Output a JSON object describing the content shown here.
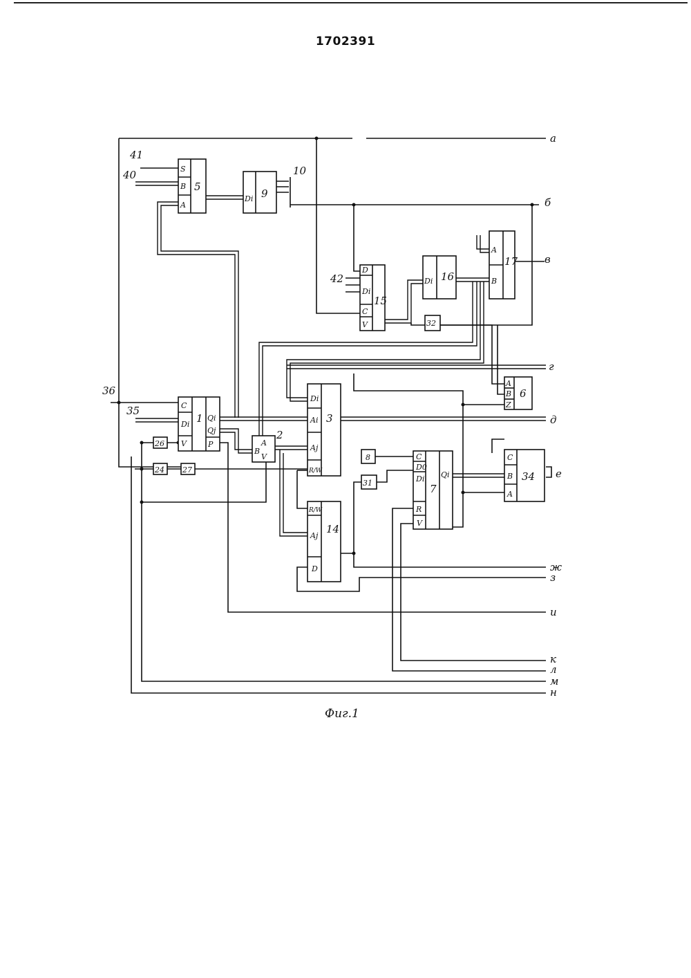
{
  "header": {
    "patent_number": "1702391"
  },
  "caption": "Фиг.1",
  "blocks": {
    "b1": {
      "number": "1",
      "pins_left": [
        "C",
        "Di",
        "V"
      ],
      "pins_right": [
        "Qi",
        "Qj",
        "P"
      ]
    },
    "b2": {
      "number": "2",
      "pins": [
        "A",
        "B",
        "V"
      ]
    },
    "b3": {
      "number": "3",
      "pins": [
        "Di",
        "Ai",
        "Aj",
        "R/W"
      ]
    },
    "b5": {
      "number": "5",
      "pins": [
        "S",
        "B",
        "A"
      ]
    },
    "b6": {
      "number": "6",
      "pins": [
        "A",
        "B",
        "Z"
      ]
    },
    "b7": {
      "number": "7",
      "pins": [
        "C",
        "D0",
        "Di",
        "R",
        "V"
      ],
      "output": "Qi"
    },
    "b8": {
      "number": "8"
    },
    "b9": {
      "number": "9",
      "pins": [
        "Di"
      ]
    },
    "b14": {
      "number": "14",
      "pins": [
        "R/W",
        "Aj",
        "D"
      ]
    },
    "b15": {
      "number": "15",
      "pins": [
        "D",
        "Di",
        "C",
        "V"
      ]
    },
    "b16": {
      "number": "16",
      "pins": [
        "Di"
      ]
    },
    "b17": {
      "number": "17",
      "pins": [
        "A",
        "B"
      ]
    },
    "b24": {
      "number": "24"
    },
    "b26": {
      "number": "26"
    },
    "b27": {
      "number": "27"
    },
    "b31": {
      "number": "31"
    },
    "b32": {
      "number": "32"
    },
    "b34": {
      "number": "34",
      "pins": [
        "C",
        "B",
        "A"
      ]
    }
  },
  "inputs": {
    "i35": "35",
    "i36": "36",
    "i40": "40",
    "i41": "41",
    "i42": "42",
    "i10": "10"
  },
  "outputs": [
    "а",
    "б",
    "в",
    "г",
    "д",
    "е",
    "ж",
    "з",
    "и",
    "к",
    "л",
    "м",
    "н"
  ]
}
